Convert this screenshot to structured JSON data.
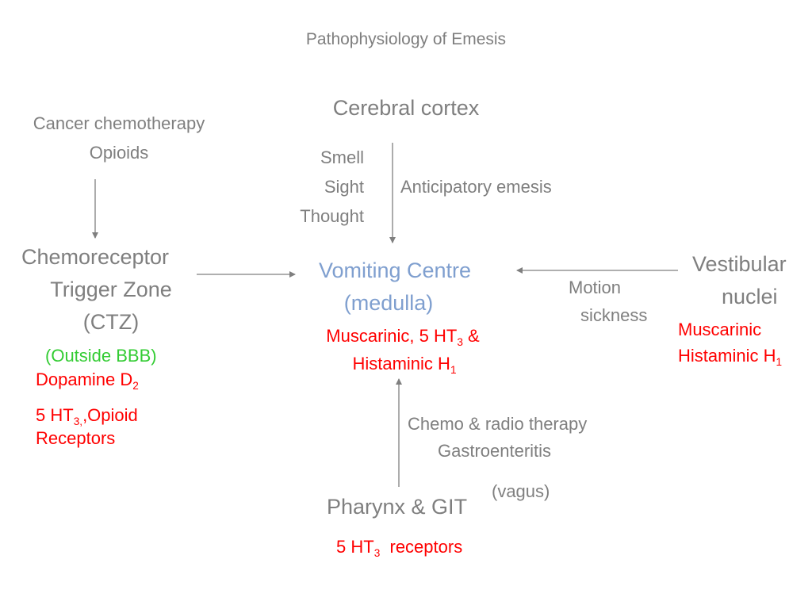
{
  "title": "Pathophysiology of Emesis",
  "cortex": {
    "label": "Cerebral cortex",
    "triggers": [
      "Smell",
      "Sight",
      "Thought"
    ],
    "arrow_label": "Anticipatory emesis"
  },
  "stimuli": {
    "line1": "Cancer chemotherapy",
    "line2": "Opioids"
  },
  "ctz": {
    "line1": "Chemoreceptor",
    "line2": "Trigger Zone",
    "line3": "(CTZ)",
    "note": "(Outside BBB)",
    "receptor1": "Dopamine D",
    "receptor1_sub": "2",
    "receptor2_pre": "5 HT",
    "receptor2_sub": "3,",
    "receptor2_post": ",Opioid",
    "receptor2_line2": "Receptors"
  },
  "vomiting_centre": {
    "line1": "Vomiting Centre",
    "line2": "(medulla)",
    "receptors_pre": "Muscarinic, 5 HT",
    "receptors_sub": "3",
    "receptors_post": " &",
    "receptors_line2": "Histaminic H",
    "receptors_line2_sub": "1"
  },
  "vestibular": {
    "line1": "Vestibular",
    "line2": "nuclei",
    "arrow_label_line1": "Motion",
    "arrow_label_line2": "sickness",
    "receptor1": "Muscarinic",
    "receptor2": "Histaminic H",
    "receptor2_sub": "1"
  },
  "git": {
    "label": "Pharynx & GIT",
    "arrow_label_line1": "Chemo & radio therapy",
    "arrow_label_line2": "Gastroenteritis",
    "nerve": "(vagus)",
    "receptor_pre": "5 HT",
    "receptor_sub": "3",
    "receptor_post": "  receptors"
  },
  "colors": {
    "text": "#7f7f7f",
    "receptor": "#ff0000",
    "centre": "#7f9fcf",
    "note": "#33cc33",
    "arrow": "#7f7f7f"
  }
}
